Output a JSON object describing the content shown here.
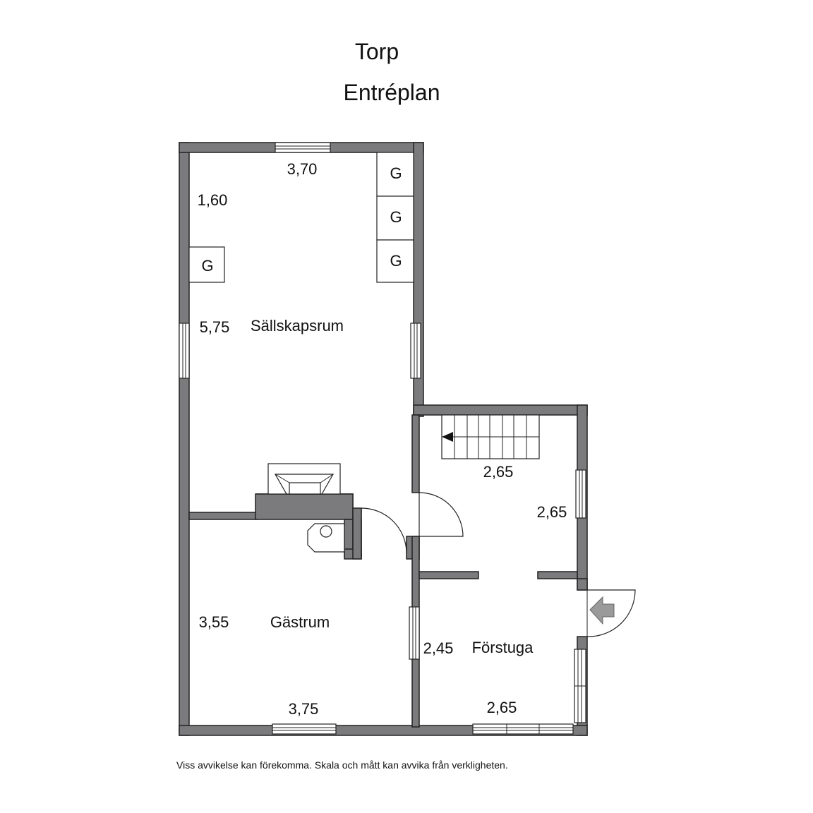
{
  "title": "Torp",
  "subtitle": "Entréplan",
  "rooms": {
    "sallskapsrum": {
      "name": "Sällskapsrum",
      "dim_width": "3,70",
      "dim_height": "5,75",
      "dim_alcove": "1,60"
    },
    "gastrum": {
      "name": "Gästrum",
      "dim_width": "3,75",
      "dim_height": "3,55"
    },
    "hall": {
      "dim_width": "2,65",
      "dim_height": "2,65"
    },
    "forstuga": {
      "name": "Förstuga",
      "dim_width": "2,65",
      "dim_height": "2,45"
    }
  },
  "fixtures": {
    "wardrobe_label": "G"
  },
  "footer": "Viss avvikelse kan förekomma. Skala och mått kan avvika från verkligheten.",
  "colors": {
    "wall": "#7b7b7d",
    "stroke": "#222222",
    "background": "#ffffff"
  }
}
